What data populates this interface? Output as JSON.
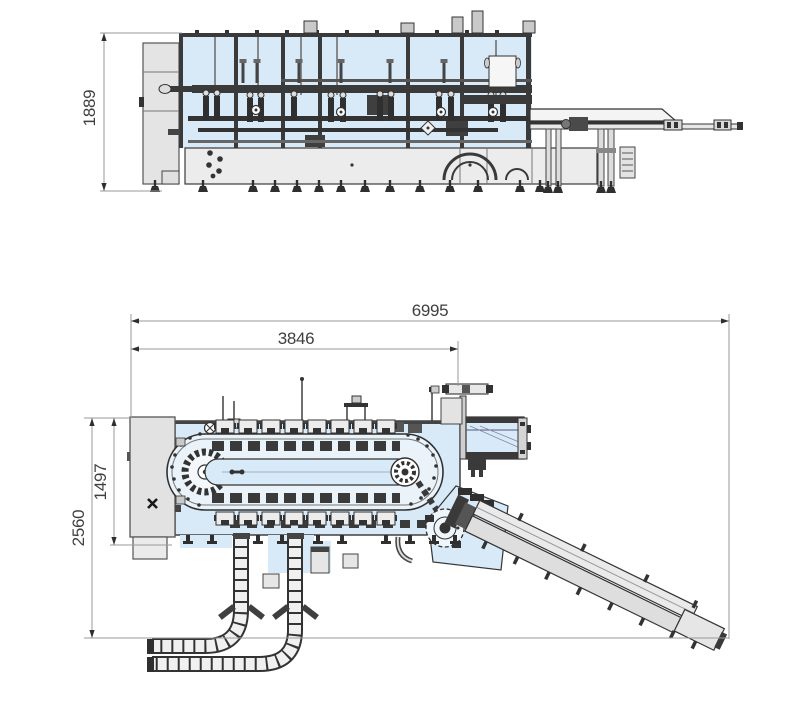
{
  "drawing": {
    "kind": "machine dimensional drawing, two views (side elevation and top plan)",
    "colors": {
      "panel_blue": "#d8eaf7",
      "panel_gray": "#e4e4e4",
      "line_dark": "#2e2e2e",
      "dim_line_gray": "#9a9a9a",
      "dim_text": "#3f3f3f"
    }
  },
  "dimensions": {
    "side_height": "1889",
    "plan_total_length": "6995",
    "plan_main_length": "3846",
    "plan_total_depth": "2560",
    "plan_main_depth": "1497"
  }
}
